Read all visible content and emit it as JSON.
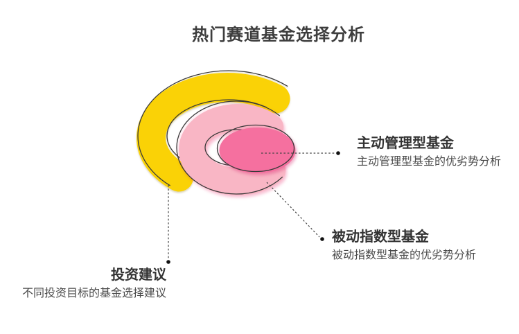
{
  "page": {
    "title": "热门赛道基金选择分析",
    "background": "#ffffff"
  },
  "diagram": {
    "outline_color": "#3a3a3a",
    "connector_color": "#444444",
    "rings": {
      "active": {
        "label": "主动管理型基金",
        "desc": "主动管理型基金的优劣势分析",
        "color": "#F5709F"
      },
      "passive": {
        "label": "被动指数型基金",
        "desc": "被动指数型基金的优劣势分析",
        "color": "#F9B6C5"
      },
      "advice": {
        "label": "投资建议",
        "desc": "不同投资目标的基金选择建议",
        "color": "#FAD206"
      }
    }
  }
}
